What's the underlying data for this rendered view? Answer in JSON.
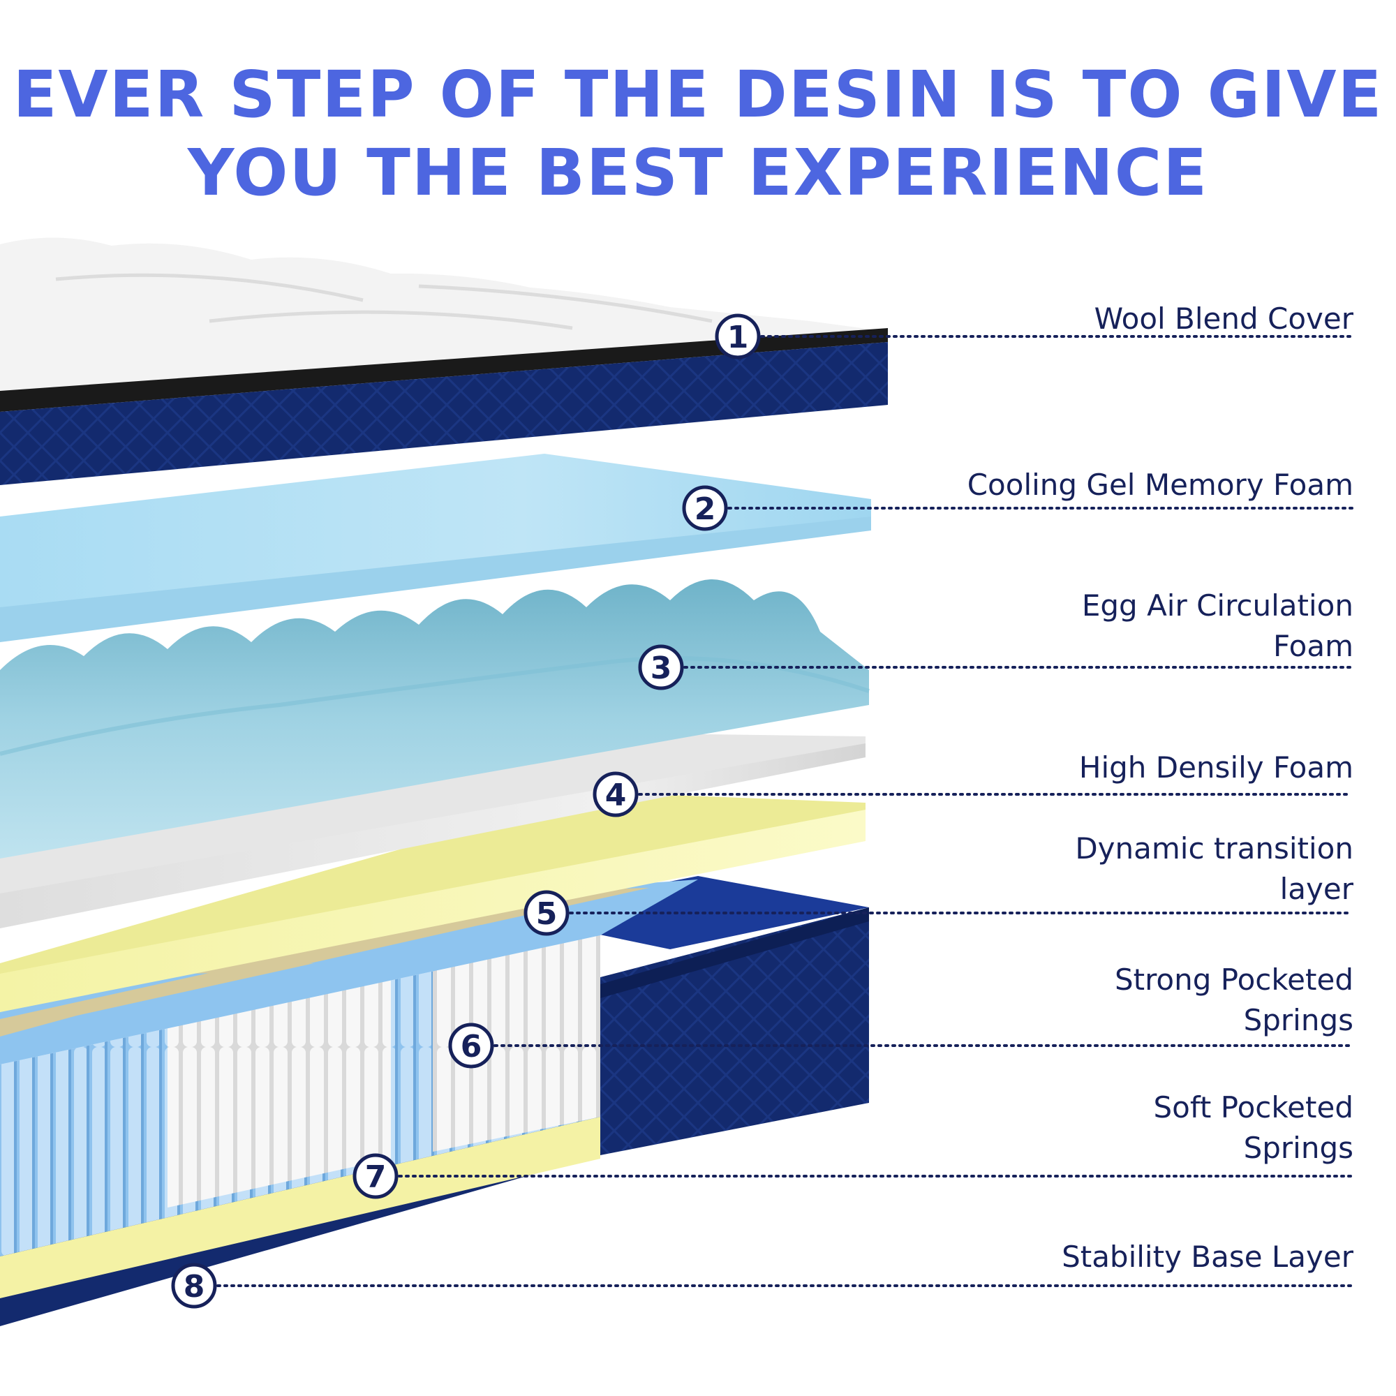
{
  "headline": {
    "line1": "EVER STEP OF THE DESIN IS TO GIVE",
    "line2": "YOU THE BEST EXPERIENCE",
    "color": "#4d66e0"
  },
  "colors": {
    "navy": "#132a6e",
    "callout_ring": "#16215a",
    "label_text": "#16215a"
  },
  "layers": [
    {
      "number": "1",
      "lines": [
        "Wool Blend Cover"
      ]
    },
    {
      "number": "2",
      "lines": [
        "Cooling Gel Memory Foam"
      ]
    },
    {
      "number": "3",
      "lines": [
        "Egg Air Circulation",
        "Foam"
      ]
    },
    {
      "number": "4",
      "lines": [
        "High Densily Foam"
      ]
    },
    {
      "number": "5",
      "lines": [
        "Dynamic transition",
        "layer"
      ]
    },
    {
      "number": "6",
      "lines": [
        "Strong Pocketed",
        "Springs"
      ]
    },
    {
      "number": "7",
      "lines": [
        "Soft Pocketed",
        "Springs"
      ]
    },
    {
      "number": "8",
      "lines": [
        "Stability Base Layer"
      ]
    }
  ]
}
